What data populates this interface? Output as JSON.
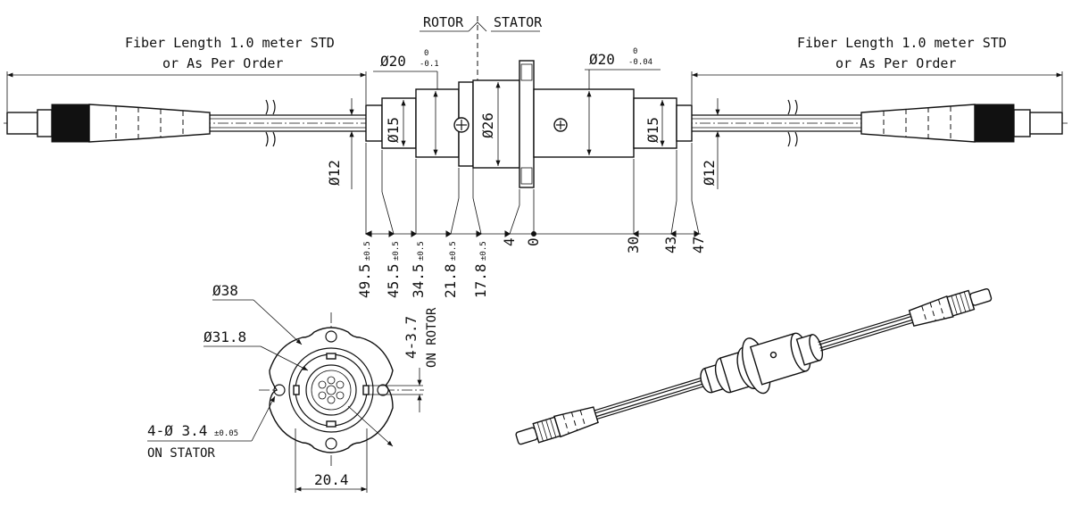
{
  "labels": {
    "rotor": "ROTOR",
    "stator": "STATOR",
    "fiber_left_line1": "Fiber Length 1.0 meter STD",
    "fiber_left_line2": "or As Per Order",
    "fiber_right_line1": "Fiber Length 1.0 meter STD",
    "fiber_right_line2": "or As Per Order"
  },
  "diameters": {
    "rotor_d20": "Ø20",
    "rotor_d20_tol_upper": "0",
    "rotor_d20_tol_lower": "-0.1",
    "stator_d20": "Ø20",
    "stator_d20_tol_upper": "0",
    "stator_d20_tol_lower": "-0.04",
    "d26": "Ø26",
    "d15_left": "Ø15",
    "d15_right": "Ø15",
    "d12_left": "Ø12",
    "d12_right": "Ø12"
  },
  "axial_dims": {
    "d49_5": "49.5",
    "d45_5": "45.5",
    "d34_5": "34.5",
    "d21_8": "21.8",
    "d17_8": "17.8",
    "tol": "±0.5",
    "d4": "4",
    "d0": "0",
    "d30": "30",
    "d43": "43",
    "d47": "47"
  },
  "end_view": {
    "d38": "Ø38",
    "d31_8": "Ø31.8",
    "rotor_holes": "4-3.7",
    "rotor_holes_note": "ON ROTOR",
    "stator_holes": "4-Ø 3.4",
    "stator_holes_tol": "±0.05",
    "stator_holes_note": "ON STATOR",
    "width": "20.4"
  }
}
